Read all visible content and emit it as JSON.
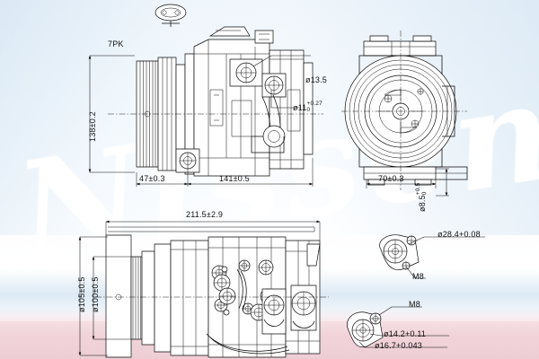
{
  "document": {
    "kind": "technical-drawing",
    "subject": "air-conditioning compressor",
    "watermark_text": "Nissens"
  },
  "colors": {
    "line": "#0a0a0a",
    "background_top": "#f2f7fc",
    "background_pink": "#f0d3d9",
    "watermark": "#ffffff"
  },
  "views": {
    "front_elevation": {
      "name": "Front elevation / side view (upper left)"
    },
    "end_view": {
      "name": "End view, circular housing (upper right)"
    },
    "plan_view": {
      "name": "Plan view (lower left)"
    },
    "detail_upper": {
      "name": "Mounting boss detail (lower right, upper)"
    },
    "detail_lower": {
      "name": "Mounting boss detail (lower right, lower)"
    }
  },
  "annotations": {
    "belt_profile": {
      "text": "7PK",
      "view": "front_elevation"
    },
    "height": {
      "text": "138±0.2",
      "view": "front_elevation",
      "orientation": "vertical"
    },
    "len_left": {
      "text": "47±0.3",
      "view": "front_elevation"
    },
    "len_right": {
      "text": "141±0.5",
      "view": "front_elevation"
    },
    "hole_large": {
      "text": "ø13.5",
      "view": "front_elevation"
    },
    "hole_small": {
      "text": "ø11",
      "tol_upper": "+0.27",
      "tol_lower": "0",
      "view": "front_elevation"
    },
    "width_end": {
      "text": "70±0.3",
      "view": "end_view"
    },
    "bolt_hole_end": {
      "text": "ø8.5",
      "tol_upper": "+0.5",
      "tol_lower": "0",
      "view": "end_view",
      "orientation": "vertical"
    },
    "overall_length": {
      "text": "211.5±2.9",
      "view": "plan_view"
    },
    "pulley_outer": {
      "text": "ø105±0.5",
      "view": "plan_view",
      "orientation": "vertical"
    },
    "pulley_inner": {
      "text": "ø100±0.5",
      "view": "plan_view",
      "orientation": "vertical"
    },
    "detail_bore_1": {
      "text": "ø28.4+0.08",
      "view": "detail_upper"
    },
    "detail_thread_1": {
      "text": "M8",
      "view": "detail_upper"
    },
    "detail_thread_2": {
      "text": "M8",
      "view": "detail_lower"
    },
    "detail_bore_2": {
      "text": "ø14.2+0.11",
      "view": "detail_lower"
    },
    "detail_bore_3": {
      "text": "ø16.7+0.043",
      "view": "detail_lower"
    }
  }
}
